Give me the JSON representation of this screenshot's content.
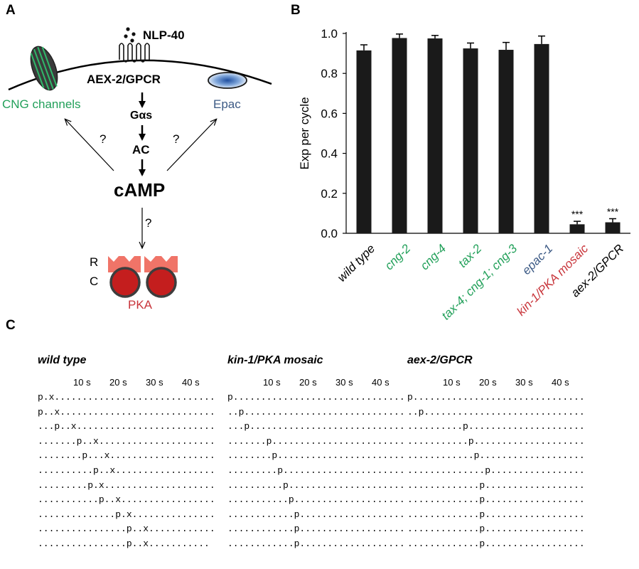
{
  "panel_a": {
    "letter": "A",
    "ligand": "NLP-40",
    "receptor": "AEX-2/GPCR",
    "g_protein": "Gαs",
    "cyclase": "AC",
    "messenger": "cAMP",
    "cng": "CNG channels",
    "epac": "Epac",
    "q1": "?",
    "q2": "?",
    "q3": "?",
    "pka_r": "R",
    "pka_c": "C",
    "pka": "PKA",
    "colors": {
      "cng": "#22a05a",
      "epac": "#3c5a85",
      "pka": "#c8343a",
      "pka_r_fill": "#f07468",
      "pka_c_fill": "#c41e1e"
    }
  },
  "panel_b": {
    "letter": "B"
  },
  "chart_data": {
    "type": "bar",
    "ylabel": "Exp per cycle",
    "ylim": [
      0,
      1.0
    ],
    "yticks": [
      "0.0",
      "0.2",
      "0.4",
      "0.6",
      "0.8",
      "1.0"
    ],
    "categories": [
      "wild type",
      "cng-2",
      "cng-4",
      "tax-2",
      "tax-4; cng-1; cng-3",
      "epac-1",
      "kin-1/PKA mosaic",
      "aex-2/GPCR"
    ],
    "category_colors": [
      "#000000",
      "#22a05a",
      "#22a05a",
      "#22a05a",
      "#22a05a",
      "#3c5a85",
      "#c8343a",
      "#000000"
    ],
    "values": [
      0.915,
      0.977,
      0.975,
      0.925,
      0.918,
      0.947,
      0.045,
      0.055
    ],
    "errors": [
      0.028,
      0.02,
      0.015,
      0.027,
      0.037,
      0.04,
      0.015,
      0.018
    ],
    "annotations": [
      "",
      "",
      "",
      "",
      "",
      "",
      "***",
      "***"
    ],
    "bar_color": "#1a1a1a",
    "grid": false
  },
  "panel_c": {
    "letter": "C",
    "tick_labels": [
      "10 s",
      "20 s",
      "30 s",
      "40 s"
    ],
    "groups": [
      {
        "title": "wild type",
        "rows": [
          "p.x.............................",
          "p..x............................",
          "...p..x.........................",
          ".......p..x.....................",
          "........p...x...................",
          "..........p..x..................",
          ".........p.x....................",
          "...........p..x.................",
          "..............p.x...............",
          "................p..x............",
          "................p..x..........."
        ]
      },
      {
        "title": "kin-1/PKA mosaic",
        "rows": [
          "p...............................",
          "..p.............................",
          "...p............................",
          ".......p........................",
          "........p.......................",
          ".........p......................",
          "..........p.....................",
          "...........p....................",
          "............p...................",
          "............p...................",
          "............p..................."
        ]
      },
      {
        "title": "aex-2/GPCR",
        "rows": [
          "p...............................",
          "..p.............................",
          "..........p.....................",
          "...........p....................",
          "............p...................",
          "..............p.................",
          ".............p..................",
          ".............p..................",
          ".............p..................",
          ".............p..................",
          ".............p.................."
        ]
      }
    ]
  }
}
